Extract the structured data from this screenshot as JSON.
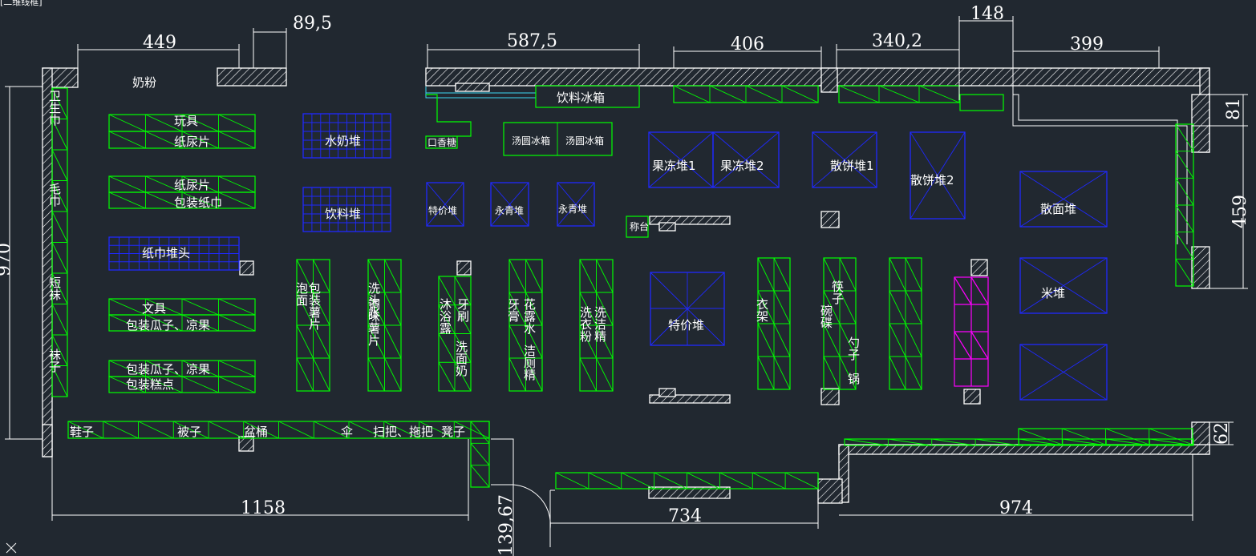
{
  "header": {
    "view_label": "[二维线框]"
  },
  "dimensions": {
    "d449": "449",
    "d89_5": "89,5",
    "d587_5": "587,5",
    "d406": "406",
    "d340_2": "340,2",
    "d148": "148",
    "d399": "399",
    "d81": "81",
    "d459": "459",
    "d970": "970",
    "d62": "62",
    "d1158": "1158",
    "d139_67": "139,67",
    "d734": "734",
    "d974": "974"
  },
  "labels": {
    "naifen": "奶粉",
    "weishengjin": "卫生巾",
    "maojin": "毛巾",
    "duanwa": "短袜",
    "wazi": "袜子",
    "wanju": "玩具",
    "zhiniaopian1": "纸尿片",
    "zhiniaopian2": "纸尿片",
    "baozhuangzhijin": "包装纸巾",
    "zhijinduitou": "纸巾堆头",
    "wenju": "文具",
    "guazi1": "包装瓜子、凉果",
    "guazi2": "包装瓜子、凉果",
    "gaodian": "包装糕点",
    "shuinaidui": "水奶堆",
    "yinliaodui": "饮料堆",
    "yinliaobingxiang": "饮料冰箱",
    "kouxiangtang": "口香糖",
    "tangyuan1": "汤圆冰箱",
    "tangyuan2": "汤圆冰箱",
    "tejiadui_small": "特价堆",
    "yongqingdui1": "永青堆",
    "yongqingdui2": "永青堆",
    "guodong1": "果冻堆1",
    "guodong2": "果冻堆2",
    "sanbing1": "散饼堆1",
    "sanbing2": "散饼堆2",
    "sanmian": "散面堆",
    "chengtai": "称台",
    "midui": "米堆",
    "tejiadui_big": "特价堆",
    "paomian": "泡面",
    "shupian": "包装薯片",
    "xitoushui": "洗头水",
    "tiaoweishupian": "调味薯片",
    "yashua": "牙刷",
    "muyulu": "沐浴露",
    "xiemiannai": "洗面奶",
    "yagao": "牙膏",
    "hualushui": "花露水",
    "jiecejing": "洁厕精",
    "xijiejing": "洗洁精",
    "xiyifen": "洗衣粉",
    "yijia": "衣架",
    "kuaizi": "筷子",
    "wandie": "碗碟",
    "shaozi": "勺子",
    "guo": "锅",
    "xiezi": "鞋子",
    "beizi": "被子",
    "pentong": "盆桶",
    "san": "伞",
    "saoba": "扫把、拖把",
    "dengzi": "凳子"
  }
}
